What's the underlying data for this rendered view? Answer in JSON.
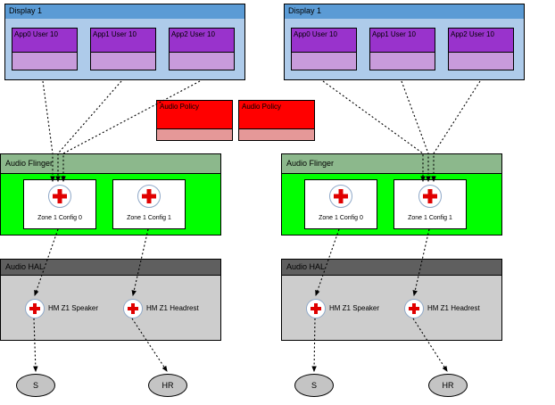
{
  "colors": {
    "display_header": "#5B9BD5",
    "display_body": "#AECBEA",
    "app_header": "#9933CC",
    "app_body": "#C89BDB",
    "policy_red": "#FF0000",
    "policy_pink": "#E59898",
    "flinger_header": "#8CB88C",
    "flinger_body": "#00FF00",
    "hal_header": "#5F5F5F",
    "hal_body": "#CDCDCD",
    "sink_fill": "#C4C4C4",
    "mixer_cross": "#E00000"
  },
  "left": {
    "display": {
      "title": "Display 1",
      "apps": [
        "App0 User 10",
        "App1 User 10",
        "App2 User 10"
      ]
    },
    "policy": {
      "label": "Audio Policy"
    },
    "flinger": {
      "title": "Audio Flinger",
      "configs": [
        "Zone 1 Config 0",
        "Zone 1 Config 1"
      ]
    },
    "hal": {
      "title": "Audio HAL",
      "devices": [
        "HM Z1 Speaker",
        "HM Z1 Headrest"
      ]
    },
    "sinks": [
      "S",
      "HR"
    ]
  },
  "right": {
    "display": {
      "title": "Display 1",
      "apps": [
        "App0 User 10",
        "App1 User 10",
        "App2 User 10"
      ]
    },
    "policy": {
      "label": "Audio Policy"
    },
    "flinger": {
      "title": "Audio Flinger",
      "configs": [
        "Zone 1 Config 0",
        "Zone 1 Config 1"
      ]
    },
    "hal": {
      "title": "Audio HAL",
      "devices": [
        "HM Z1 Speaker",
        "HM Z1 Headrest"
      ]
    },
    "sinks": [
      "S",
      "HR"
    ]
  }
}
